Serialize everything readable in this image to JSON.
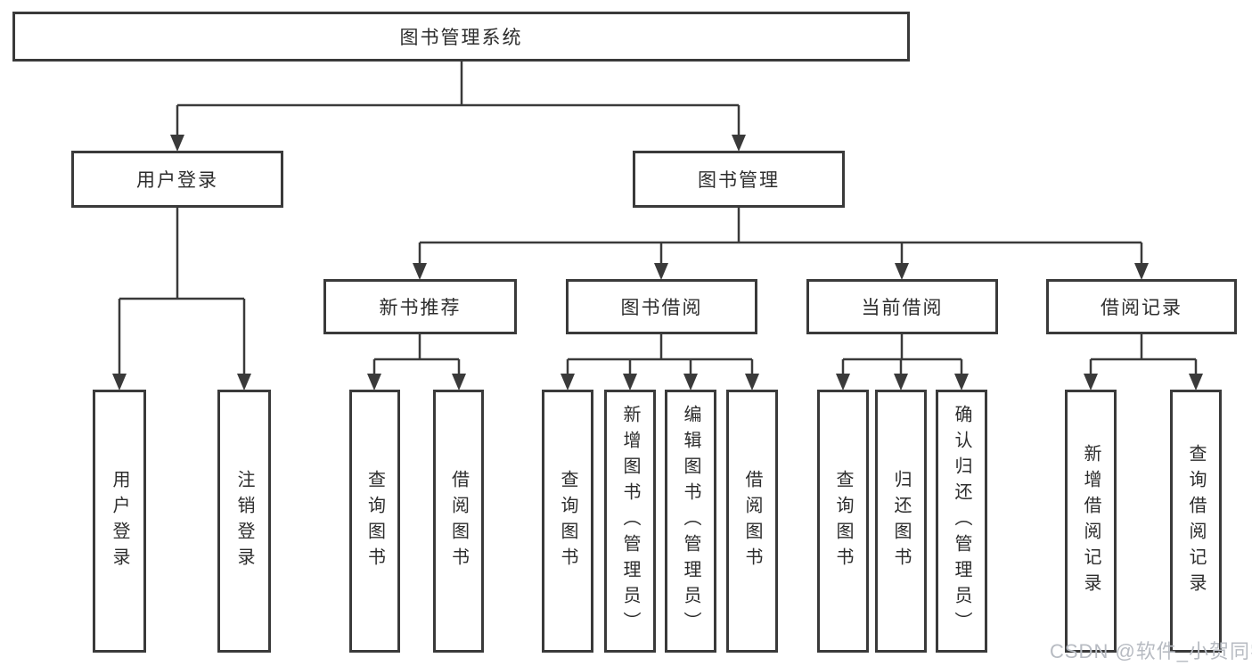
{
  "colors": {
    "line": "#3a3a3a",
    "text": "#2d2d2d",
    "background": "#ffffff",
    "watermark": "#b7bbc2"
  },
  "watermark": "CSDN @软件_小贺同学",
  "tree": {
    "label": "图书管理系统",
    "children": [
      {
        "label": "用户登录",
        "children": [
          {
            "label": "用户登录"
          },
          {
            "label": "注销登录"
          }
        ]
      },
      {
        "label": "图书管理",
        "children": [
          {
            "label": "新书推荐",
            "children": [
              {
                "label": "查询图书"
              },
              {
                "label": "借阅图书"
              }
            ]
          },
          {
            "label": "图书借阅",
            "children": [
              {
                "label": "查询图书"
              },
              {
                "label": "新增图书（管理员）"
              },
              {
                "label": "编辑图书（管理员）"
              },
              {
                "label": "借阅图书"
              }
            ]
          },
          {
            "label": "当前借阅",
            "children": [
              {
                "label": "查询图书"
              },
              {
                "label": "归还图书"
              },
              {
                "label": "确认归还（管理员）"
              }
            ]
          },
          {
            "label": "借阅记录",
            "children": [
              {
                "label": "新增借阅记录"
              },
              {
                "label": "查询借阅记录"
              }
            ]
          }
        ]
      }
    ]
  }
}
